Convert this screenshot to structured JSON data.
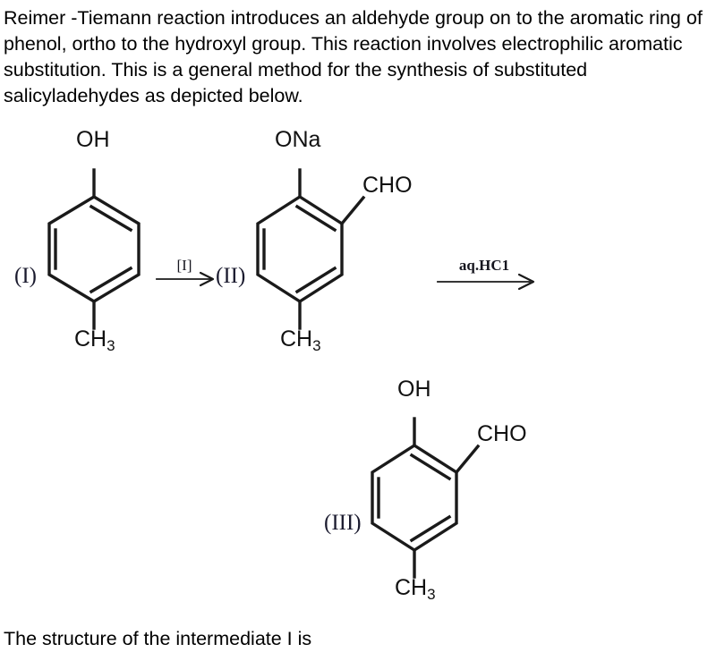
{
  "intro": {
    "text": "Reimer -Tiemann reaction introduces an aldehyde group on to the aromatic ring of phenol, ortho to the hydroxyl group. This reaction involves electrophilic aromatic substitution. This is a general method for the synthesis of substituted salicyladehydes as depicted below."
  },
  "closing": {
    "text": "The structure of the intermediate I is"
  },
  "scheme": {
    "structures": [
      {
        "tag": "(I)",
        "name": "p-cresol",
        "top_substituent": "OH",
        "bottom_substituent": "CH",
        "bottom_subscript": "3",
        "ortho_substituent": null
      },
      {
        "tag": "(II)",
        "name": "sodium salt of 2-hydroxy-5-methylbenzaldehyde",
        "top_substituent": "ONa",
        "bottom_substituent": "CH",
        "bottom_subscript": "3",
        "ortho_substituent": "CHO"
      },
      {
        "tag": "(III)",
        "name": "2-hydroxy-5-methylbenzaldehyde",
        "top_substituent": "OH",
        "bottom_substituent": "CH",
        "bottom_subscript": "3",
        "ortho_substituent": "CHO"
      }
    ],
    "arrows": [
      {
        "caption": "[I]"
      },
      {
        "caption": "aq.HC1"
      }
    ]
  },
  "colors": {
    "background": "#ffffff",
    "text": "#000000",
    "bond": "#1a1a1a",
    "tag": "#1a1a2e"
  }
}
